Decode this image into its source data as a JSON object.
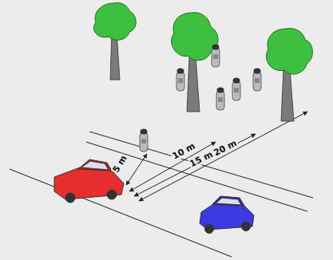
{
  "diagram": {
    "labels": [
      "5 m",
      "10 m",
      "15 m",
      "20 m"
    ]
  }
}
